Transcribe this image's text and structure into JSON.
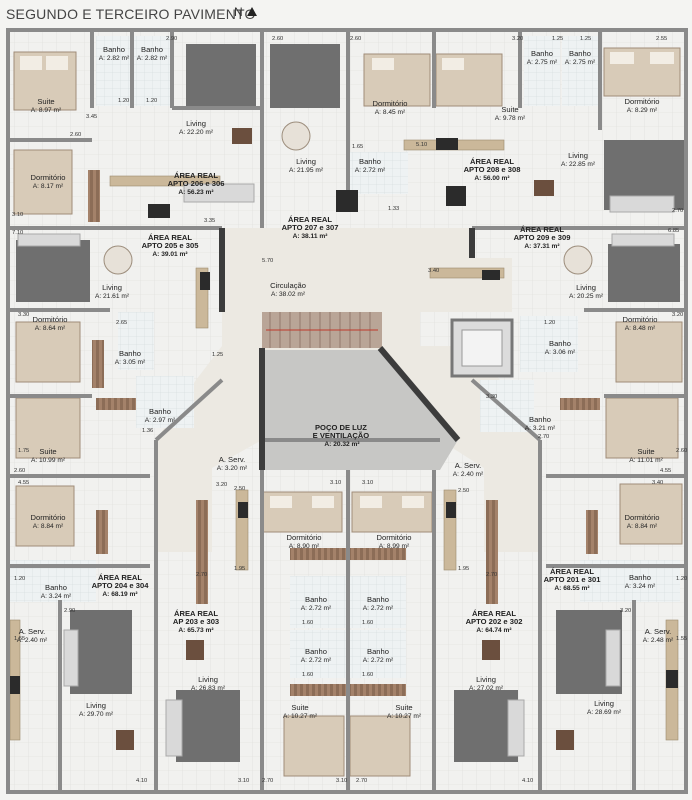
{
  "header": {
    "title": "SEGUNDO E TERCEIRO PAVIMENTO",
    "north": "N"
  },
  "apartments": [
    {
      "id": "206_306",
      "name": "ÁREA REAL",
      "unit": "APTO 206 e 306",
      "area": "A: 56.23 m²"
    },
    {
      "id": "207_307",
      "name": "ÁREA REAL",
      "unit": "APTO 207 e 307",
      "area": "A: 38.11 m²"
    },
    {
      "id": "208_308",
      "name": "ÁREA REAL",
      "unit": "APTO 208 e 308",
      "area": "A: 56.00 m²"
    },
    {
      "id": "205_305",
      "name": "ÁREA REAL",
      "unit": "APTO 205 e 305",
      "area": "A: 39.01 m²"
    },
    {
      "id": "209_309",
      "name": "ÁREA REAL",
      "unit": "APTO 209 e 309",
      "area": "A: 37.31 m²"
    },
    {
      "id": "204_304",
      "name": "ÁREA REAL",
      "unit": "APTO 204 e 304",
      "area": "A: 68.19 m²"
    },
    {
      "id": "201_301",
      "name": "ÁREA REAL",
      "unit": "APTO 201 e 301",
      "area": "A: 68.55 m²"
    },
    {
      "id": "203_303",
      "name": "ÁREA REAL",
      "unit": "AP 203 e 303",
      "area": "A: 65.73 m²"
    },
    {
      "id": "202_302",
      "name": "ÁREA REAL",
      "unit": "APTO 202 e 302",
      "area": "A: 64.74 m²"
    }
  ],
  "rooms": [
    {
      "name": "Suite",
      "area": "A: 8.97 m²"
    },
    {
      "name": "Banho",
      "area": "A: 2.82 m²"
    },
    {
      "name": "Banho",
      "area": "A: 2.82 m²"
    },
    {
      "name": "Living",
      "area": "A: 22.20 m²"
    },
    {
      "name": "Dormitório",
      "area": "A: 8.17 m²"
    },
    {
      "name": "Living",
      "area": "A: 21.95 m²"
    },
    {
      "name": "Banho",
      "area": "A: 2.72 m²"
    },
    {
      "name": "Dormitório",
      "area": "A: 8.45 m²"
    },
    {
      "name": "Suite",
      "area": "A: 9.78 m²"
    },
    {
      "name": "Banho",
      "area": "A: 2.75 m²"
    },
    {
      "name": "Banho",
      "area": "A: 2.75 m²"
    },
    {
      "name": "Dormitório",
      "area": "A: 8.29 m²"
    },
    {
      "name": "Living",
      "area": "A: 22.85 m²"
    },
    {
      "name": "Living",
      "area": "A: 21.61 m²"
    },
    {
      "name": "Circulação",
      "area": "A: 38.02 m²"
    },
    {
      "name": "Living",
      "area": "A: 20.25 m²"
    },
    {
      "name": "Dormitório",
      "area": "A: 8.64 m²"
    },
    {
      "name": "Banho",
      "area": "A: 3.05 m²"
    },
    {
      "name": "Banho",
      "area": "A: 2.97 m²"
    },
    {
      "name": "Banho",
      "area": "A: 3.06 m²"
    },
    {
      "name": "Dormitório",
      "area": "A: 8.48 m²"
    },
    {
      "name": "Banho",
      "area": "A: 3.21 m²"
    },
    {
      "name": "Suite",
      "area": "A: 10.99 m²"
    },
    {
      "name": "Suite",
      "area": "A: 11.01 m²"
    },
    {
      "name": "A. Serv.",
      "area": "A: 3.20 m²"
    },
    {
      "name": "A. Serv.",
      "area": "A: 2.40 m²"
    },
    {
      "name": "Dormitório",
      "area": "A: 8.84 m²"
    },
    {
      "name": "Dormitório",
      "area": "A: 8.84 m²"
    },
    {
      "name": "Dormitório",
      "area": "A: 8.90 m²"
    },
    {
      "name": "Dormitório",
      "area": "A: 8.99 m²"
    },
    {
      "name": "Banho",
      "area": "A: 3.24 m²"
    },
    {
      "name": "Banho",
      "area": "A: 3.24 m²"
    },
    {
      "name": "A. Serv.",
      "area": "A: 2.40 m²"
    },
    {
      "name": "A. Serv.",
      "area": "A: 2.48 m²"
    },
    {
      "name": "Banho",
      "area": "A: 2.72 m²"
    },
    {
      "name": "Banho",
      "area": "A: 2.72 m²"
    },
    {
      "name": "Banho",
      "area": "A: 2.72 m²"
    },
    {
      "name": "Banho",
      "area": "A: 2.72 m²"
    },
    {
      "name": "Living",
      "area": "A: 29.70 m²"
    },
    {
      "name": "Living",
      "area": "A: 26.83 m²"
    },
    {
      "name": "Living",
      "area": "A: 27.02 m²"
    },
    {
      "name": "Living",
      "area": "A: 28.69 m²"
    },
    {
      "name": "Suite",
      "area": "A: 10.27 m²"
    },
    {
      "name": "Suite",
      "area": "A: 10.27 m²"
    }
  ],
  "light_well": {
    "line1": "POÇO DE LUZ",
    "line2": "E VENTILAÇÃO",
    "area": "A: 20.32 m²"
  },
  "dimensions": [
    "2.90",
    "2.60",
    "2.60",
    "3.20",
    "1.25",
    "1.25",
    "2.55",
    "3.45",
    "2.60",
    "1.20",
    "1.20",
    "1.65",
    "5.10",
    "1.33",
    "3.35",
    "3.10",
    "2.70",
    "7.10",
    "6.85",
    "5.70",
    "3.40",
    "3.30",
    "3.20",
    "2.65",
    "1.20",
    "1.25",
    "3.30",
    "2.70",
    "1.36",
    "1.75",
    "2.60",
    "2.60",
    "4.55",
    "4.55",
    "3.40",
    "3.20",
    "3.10",
    "3.10",
    "2.50",
    "2.50",
    "1.95",
    "1.95",
    "2.70",
    "2.70",
    "1.20",
    "1.20",
    "2.90",
    "3.20",
    "1.55",
    "1.55",
    "1.60",
    "1.60",
    "1.60",
    "1.60",
    "4.10",
    "4.10",
    "3.10",
    "3.10",
    "2.70",
    "2.70"
  ]
}
